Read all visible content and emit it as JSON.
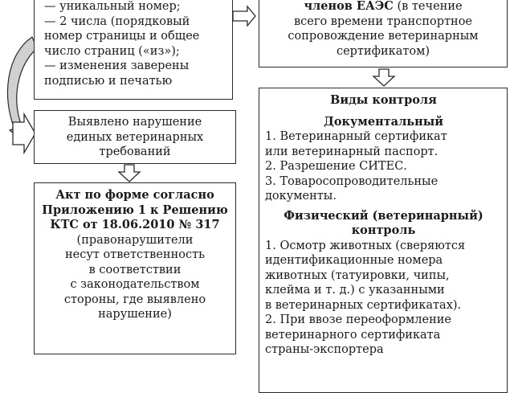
{
  "left_top_box": {
    "lines": [
      "— уникальный номер;",
      "— 2 числа (порядковый",
      "номер страницы и общее",
      "число страниц («из»);",
      "— изменения заверены",
      "подписью и печатью"
    ]
  },
  "violation_box": {
    "lines": [
      "Выявлено нарушение",
      "единых ветеринарных",
      "требований"
    ]
  },
  "act_box": {
    "bold_lines": [
      "Акт по форме согласно",
      "Приложению 1 к Решению",
      "КТС от 18.06.2010 № 317"
    ],
    "lines": [
      "(правонарушители",
      "несут ответственность",
      "в соответствии",
      "с законодательством",
      "стороны, где выявлено",
      "нарушение)"
    ]
  },
  "right_top_box": {
    "first_bold": "членов ЕАЭС",
    "first_rest": " (в течение",
    "lines": [
      "всего времени транспортное",
      "сопровождение ветеринарным",
      "сертификатом)"
    ]
  },
  "control_box": {
    "title": "Виды контроля",
    "documentary": {
      "heading": "Документальный",
      "items": [
        "1. Ветеринарный сертификат",
        "или ветеринарный паспорт.",
        "2. Разрешение СИТЕС.",
        "3. Товаросопроводительные",
        "документы."
      ]
    },
    "physical": {
      "heading_lines": [
        "Физический (ветеринарный)",
        "контроль"
      ],
      "items": [
        "1. Осмотр животных (сверяются",
        "идентификационные номера",
        "животных (татуировки, чипы,",
        "клейма и т. д.) с указанными",
        "в ветеринарных сертификатах).",
        "2. При ввозе переоформление",
        "ветеринарного сертификата",
        "страны-экспортера"
      ]
    }
  }
}
